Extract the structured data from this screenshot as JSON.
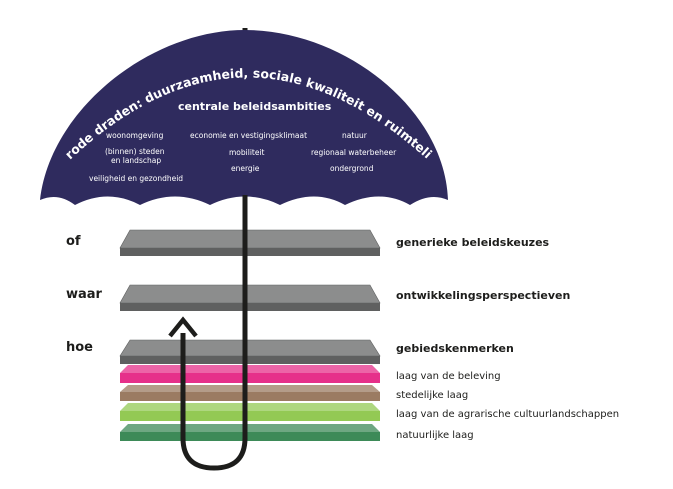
{
  "umbrella": {
    "arc_text": "rode draden: duurzaamheid, sociale kwaliteit en ruimtelijke kwaliteit",
    "title": "centrale beleidsambities",
    "ambitions": {
      "woonomgeving": "woonomgeving",
      "economie": "economie en vestigingsklimaat",
      "natuur": "natuur",
      "steden_1": "(binnen) steden",
      "steden_2": "en landschap",
      "mobiliteit": "mobiliteit",
      "water": "regionaal waterbeheer",
      "energie": "energie",
      "ondergrond": "ondergrond",
      "veiligheid": "veiligheid en gezondheid"
    },
    "canopy_color": "#2f2b5e",
    "handle_color": "#1d1d1b"
  },
  "questions": {
    "of": "of",
    "waar": "waar",
    "hoe": "hoe"
  },
  "layers": {
    "generieke": "generieke beleidskeuzes",
    "ontwikkeling": "ontwikkelingsperspectieven",
    "gebied": "gebiedskenmerken",
    "beleving": "laag van de beleving",
    "stedelijk": "stedelijke laag",
    "agrarisch": "laag van de agrarische cultuurlandschappen",
    "natuurlijk": "natuurlijke laag"
  },
  "colors": {
    "grey_plane": "#8c8d8d",
    "grey_edge": "#5f6060",
    "pink": "#e6308a",
    "brown": "#9b7b62",
    "light_green": "#93c954",
    "dark_green": "#3d8a58"
  }
}
